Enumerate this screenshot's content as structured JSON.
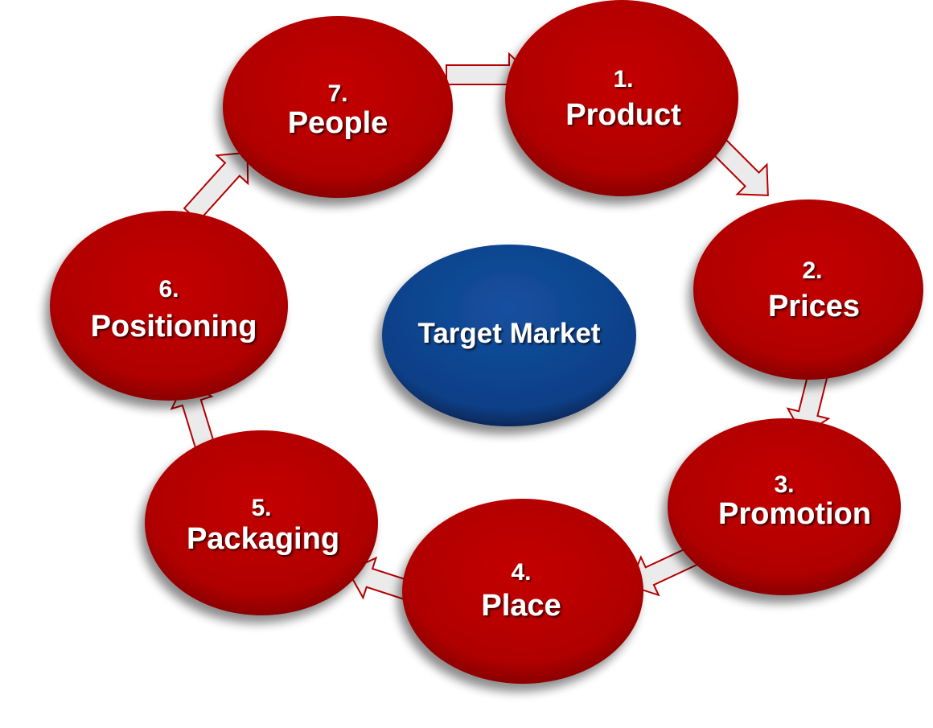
{
  "diagram": {
    "center": {
      "label": "Target Market"
    },
    "nodes": [
      {
        "number": "1.",
        "label": "Product"
      },
      {
        "number": "2.",
        "label": "Prices"
      },
      {
        "number": "3.",
        "label": "Promotion"
      },
      {
        "number": "4.",
        "label": "Place"
      },
      {
        "number": "5.",
        "label": "Packaging"
      },
      {
        "number": "6.",
        "label": "Positioning"
      },
      {
        "number": "7.",
        "label": "People"
      }
    ],
    "colors": {
      "node_fill": "#b50000",
      "node_fill_dark": "#8c0000",
      "center_fill": "#0b3f86",
      "arrow_fill": "#ebebeb",
      "arrow_stroke": "#b50000",
      "text": "#ffffff"
    }
  }
}
